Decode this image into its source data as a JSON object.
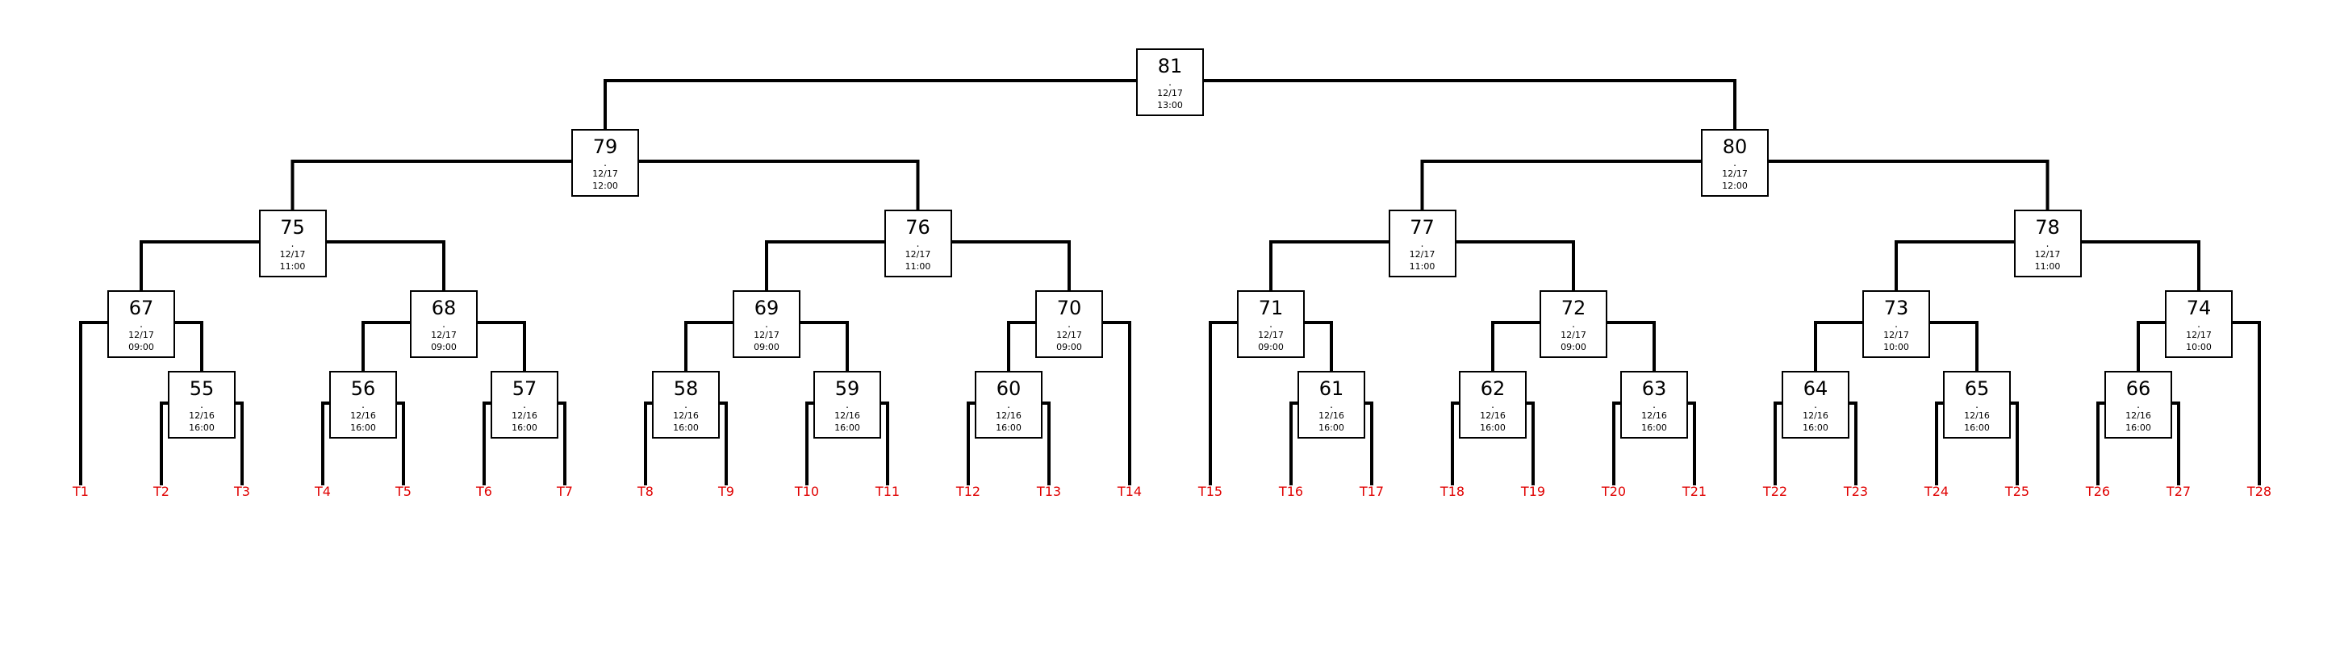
{
  "accent_color": "#e00000",
  "line_color": "#000000",
  "teams": [
    "T1",
    "T2",
    "T3",
    "T4",
    "T5",
    "T6",
    "T7",
    "T8",
    "T9",
    "T10",
    "T11",
    "T12",
    "T13",
    "T14",
    "T15",
    "T16",
    "T17",
    "T18",
    "T19",
    "T20",
    "T21",
    "T22",
    "T23",
    "T24",
    "T25",
    "T26",
    "T27",
    "T28"
  ],
  "matches": [
    {
      "num": "55",
      "sep": ".",
      "date": "12/16",
      "time": "16:00"
    },
    {
      "num": "56",
      "sep": ".",
      "date": "12/16",
      "time": "16:00"
    },
    {
      "num": "57",
      "sep": ".",
      "date": "12/16",
      "time": "16:00"
    },
    {
      "num": "58",
      "sep": ".",
      "date": "12/16",
      "time": "16:00"
    },
    {
      "num": "59",
      "sep": ".",
      "date": "12/16",
      "time": "16:00"
    },
    {
      "num": "60",
      "sep": ".",
      "date": "12/16",
      "time": "16:00"
    },
    {
      "num": "61",
      "sep": ".",
      "date": "12/16",
      "time": "16:00"
    },
    {
      "num": "62",
      "sep": ".",
      "date": "12/16",
      "time": "16:00"
    },
    {
      "num": "63",
      "sep": ".",
      "date": "12/16",
      "time": "16:00"
    },
    {
      "num": "64",
      "sep": ".",
      "date": "12/16",
      "time": "16:00"
    },
    {
      "num": "65",
      "sep": ".",
      "date": "12/16",
      "time": "16:00"
    },
    {
      "num": "66",
      "sep": ".",
      "date": "12/16",
      "time": "16:00"
    },
    {
      "num": "67",
      "sep": ".",
      "date": "12/17",
      "time": "09:00"
    },
    {
      "num": "68",
      "sep": ".",
      "date": "12/17",
      "time": "09:00"
    },
    {
      "num": "69",
      "sep": ".",
      "date": "12/17",
      "time": "09:00"
    },
    {
      "num": "70",
      "sep": ".",
      "date": "12/17",
      "time": "09:00"
    },
    {
      "num": "71",
      "sep": ".",
      "date": "12/17",
      "time": "09:00"
    },
    {
      "num": "72",
      "sep": ".",
      "date": "12/17",
      "time": "09:00"
    },
    {
      "num": "73",
      "sep": ".",
      "date": "12/17",
      "time": "10:00"
    },
    {
      "num": "74",
      "sep": ".",
      "date": "12/17",
      "time": "10:00"
    },
    {
      "num": "75",
      "sep": ".",
      "date": "12/17",
      "time": "11:00"
    },
    {
      "num": "76",
      "sep": ".",
      "date": "12/17",
      "time": "11:00"
    },
    {
      "num": "77",
      "sep": ".",
      "date": "12/17",
      "time": "11:00"
    },
    {
      "num": "78",
      "sep": ".",
      "date": "12/17",
      "time": "11:00"
    },
    {
      "num": "79",
      "sep": ".",
      "date": "12/17",
      "time": "12:00"
    },
    {
      "num": "80",
      "sep": ".",
      "date": "12/17",
      "time": "12:00"
    },
    {
      "num": "81",
      "sep": ".",
      "date": "12/17",
      "time": "13:00"
    }
  ]
}
